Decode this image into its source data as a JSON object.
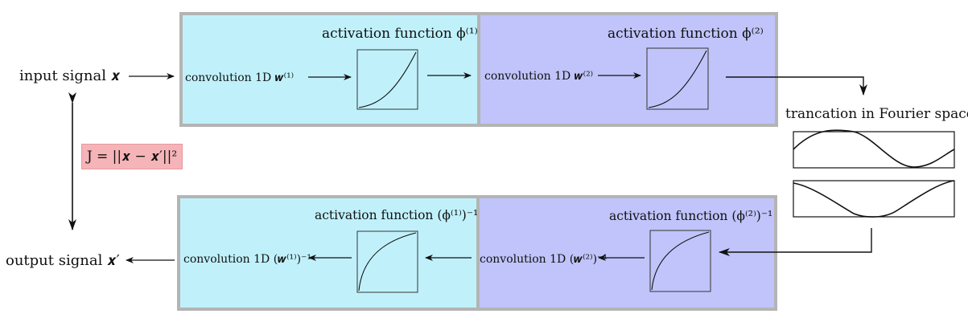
{
  "top_row": {
    "block1": {
      "activation_label": "activation function ϕ⁽¹⁾",
      "convolution_label": "convolution 1D 𝒘⁽¹⁾"
    },
    "block2": {
      "activation_label": "activation function ϕ⁽²⁾",
      "convolution_label": "convolution 1D 𝒘⁽²⁾"
    }
  },
  "bottom_row": {
    "block1": {
      "activation_label": "activation function (ϕ⁽¹⁾)⁻¹",
      "convolution_label": "convolution 1D (𝒘⁽¹⁾)⁻¹"
    },
    "block2": {
      "activation_label": "activation function (ϕ⁽²⁾)⁻¹",
      "convolution_label": "convolution 1D (𝒘⁽²⁾)⁻¹"
    }
  },
  "io": {
    "input_label": "input signal 𝒙",
    "output_label": "output signal 𝒙′"
  },
  "cost": {
    "formula": "J = ||𝒙 − 𝒙′||²"
  },
  "fourier": {
    "label": "trancation in Fourier space"
  },
  "colors": {
    "block_cyan": "#c0f1fb",
    "block_blue": "#c0c4fa",
    "block_border": "#b4b4b4",
    "cost_fill": "#f5b4b8"
  }
}
